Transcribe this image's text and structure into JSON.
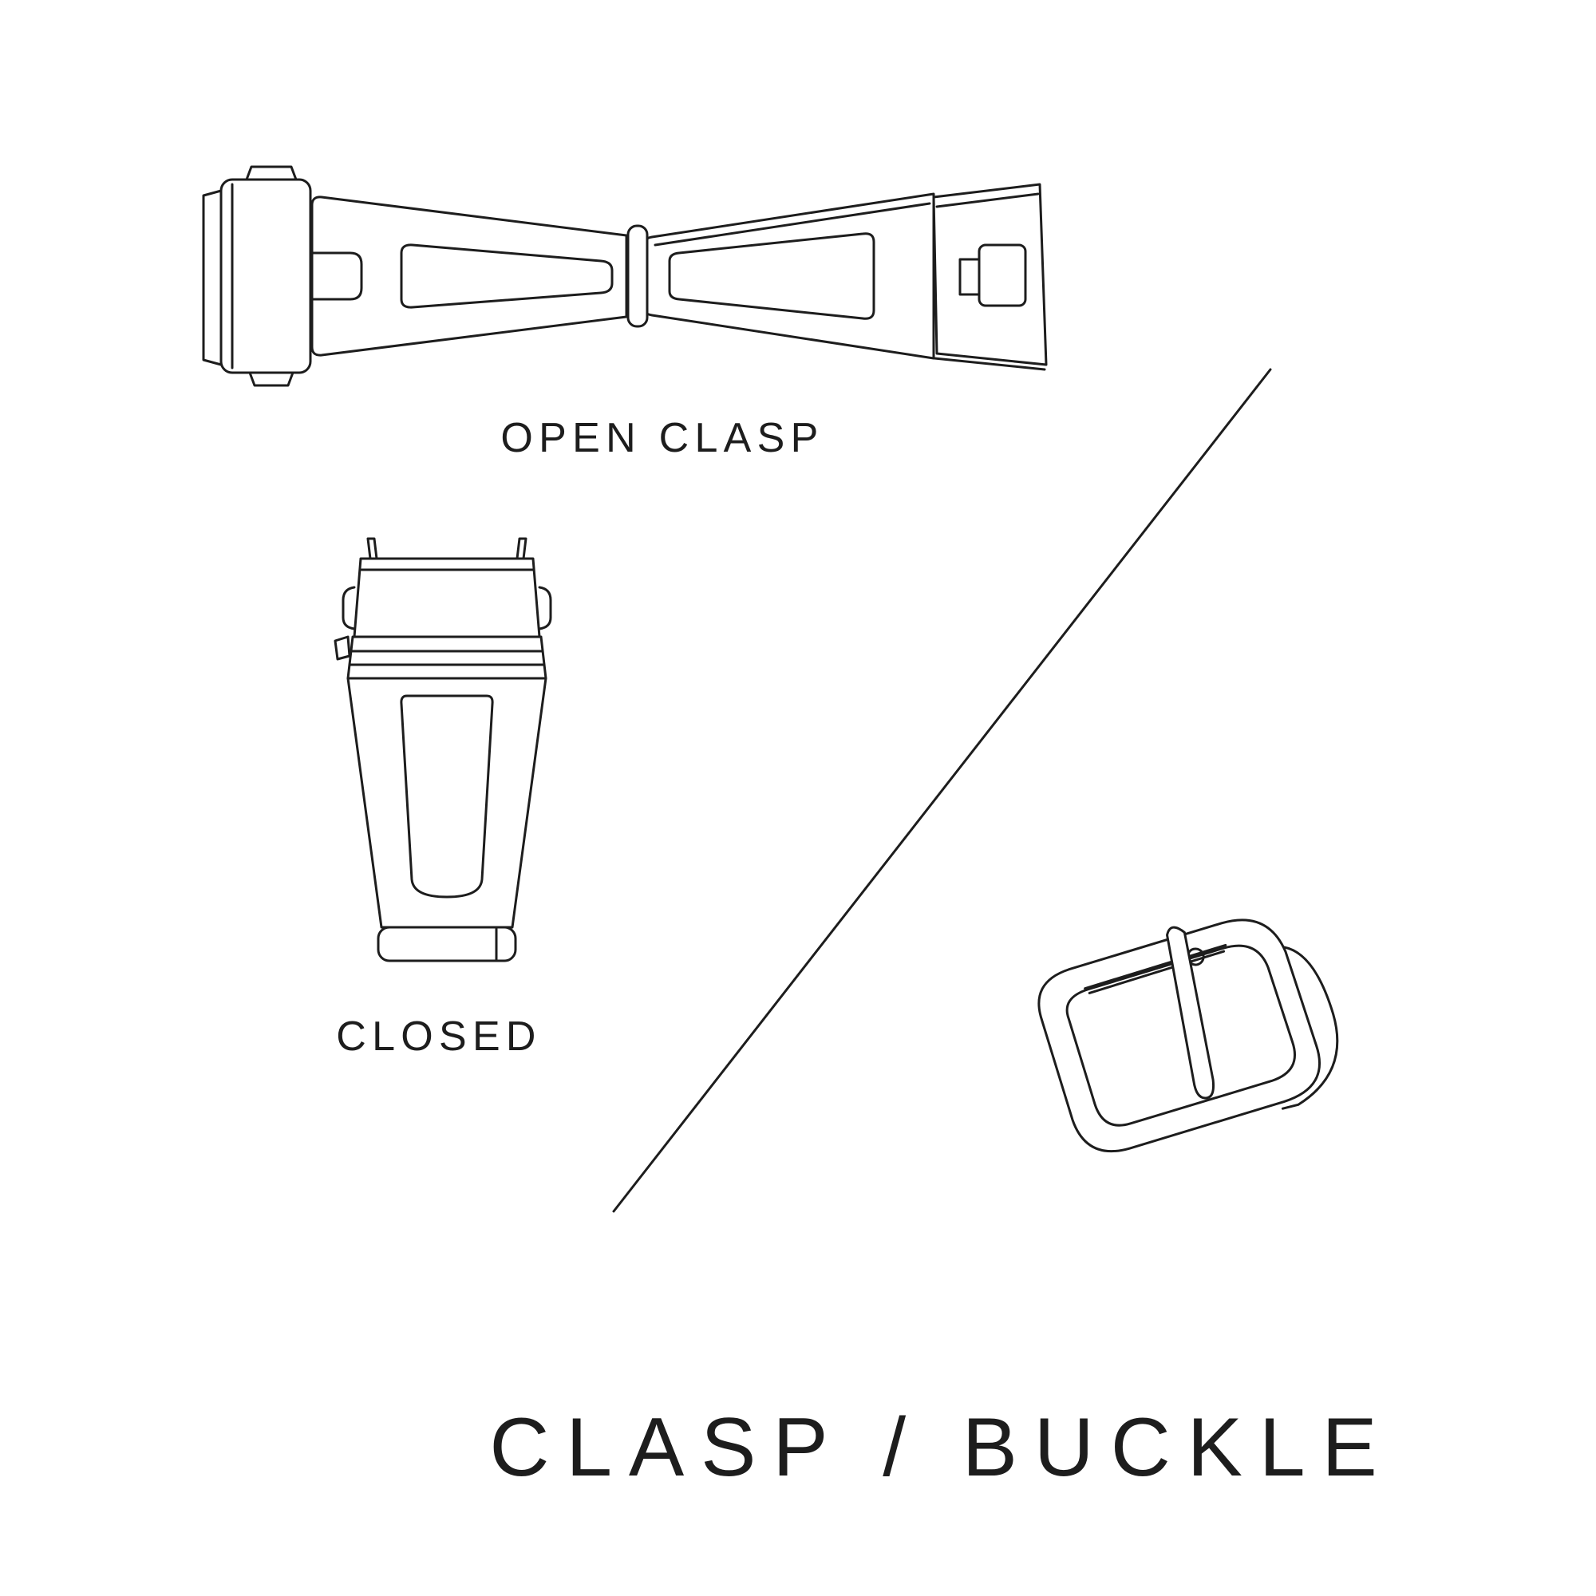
{
  "page": {
    "background_color": "#ffffff",
    "line_color": "#1d1d1d",
    "text_color": "#1d1d1d",
    "title": "CLASP / BUCKLE"
  },
  "labels": {
    "open_clasp": "OPEN CLASP",
    "closed": "CLOSED"
  },
  "figures": {
    "open_clasp": {
      "icon": "open-clasp-illustration",
      "caption": "OPEN CLASP"
    },
    "closed_clasp": {
      "icon": "closed-clasp-illustration",
      "caption": "CLOSED"
    },
    "buckle": {
      "icon": "tang-buckle-illustration",
      "caption": ""
    },
    "divider": {
      "icon": "diagonal-divider-line"
    }
  }
}
